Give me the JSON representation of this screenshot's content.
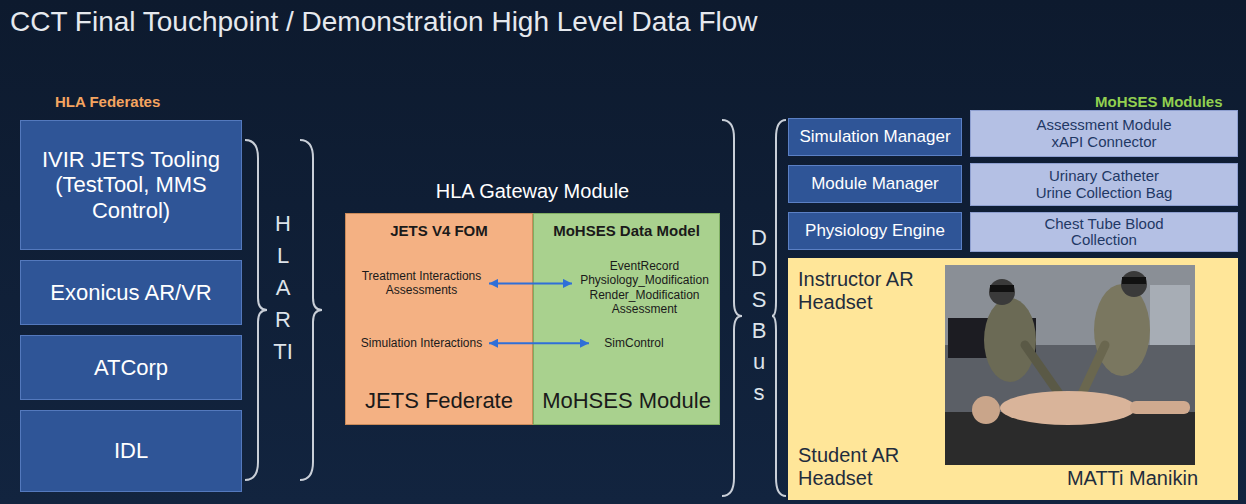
{
  "diagram": {
    "title": "CCT Final Touchpoint / Demonstration High Level Data Flow",
    "nodes": [
      {
        "text": [
          "IVIR JETS Tooling (TestTool, MMS Control)"
        ]
      },
      {
        "text": [
          "Exonicus AR/VR"
        ]
      },
      {
        "text": [
          "ATCorp"
        ]
      },
      {
        "text": [
          "IDL"
        ]
      },
      {
        "text": [
          "HLA Gateway Module"
        ]
      },
      {
        "text": [
          "JETS V4 FOM",
          "JETS Federate"
        ],
        "in": 4
      },
      {
        "text": [
          "Treatment Interactions Assessments"
        ],
        "in": 5
      },
      {
        "text": [
          "Simulation Interactions"
        ],
        "in": 5
      },
      {
        "text": [
          "MoHSES Data Model",
          "MoHSES Module"
        ],
        "in": 4
      },
      {
        "text": [
          "EventRecord Physiology_Modification Render_Modification Assessment"
        ],
        "in": 8
      },
      {
        "text": [
          "SimControl"
        ],
        "in": 8
      },
      {
        "text": [
          "Simulation Manager"
        ]
      },
      {
        "text": [
          "Assessment Module xAPI Connector"
        ]
      },
      {
        "text": [
          "Module Manager"
        ]
      },
      {
        "text": [
          "Urinary Catheter Urine Collection Bag"
        ]
      },
      {
        "text": [
          "Physiology Engine"
        ]
      },
      {
        "text": [
          "Chest Tube Blood Collection"
        ]
      },
      {
        "text": [
          "Instructor AR Headset",
          "Student AR Headset",
          "MATTi Manikin"
        ]
      }
    ],
    "edges": [
      {
        "from": 6,
        "to": 9,
        "arrow": "both"
      },
      {
        "from": 7,
        "to": 10,
        "arrow": "both"
      }
    ],
    "labels": [
      "HLA Federates",
      "HLA RTI",
      "DDS Bus",
      "MoHSES Modules"
    ]
  }
}
